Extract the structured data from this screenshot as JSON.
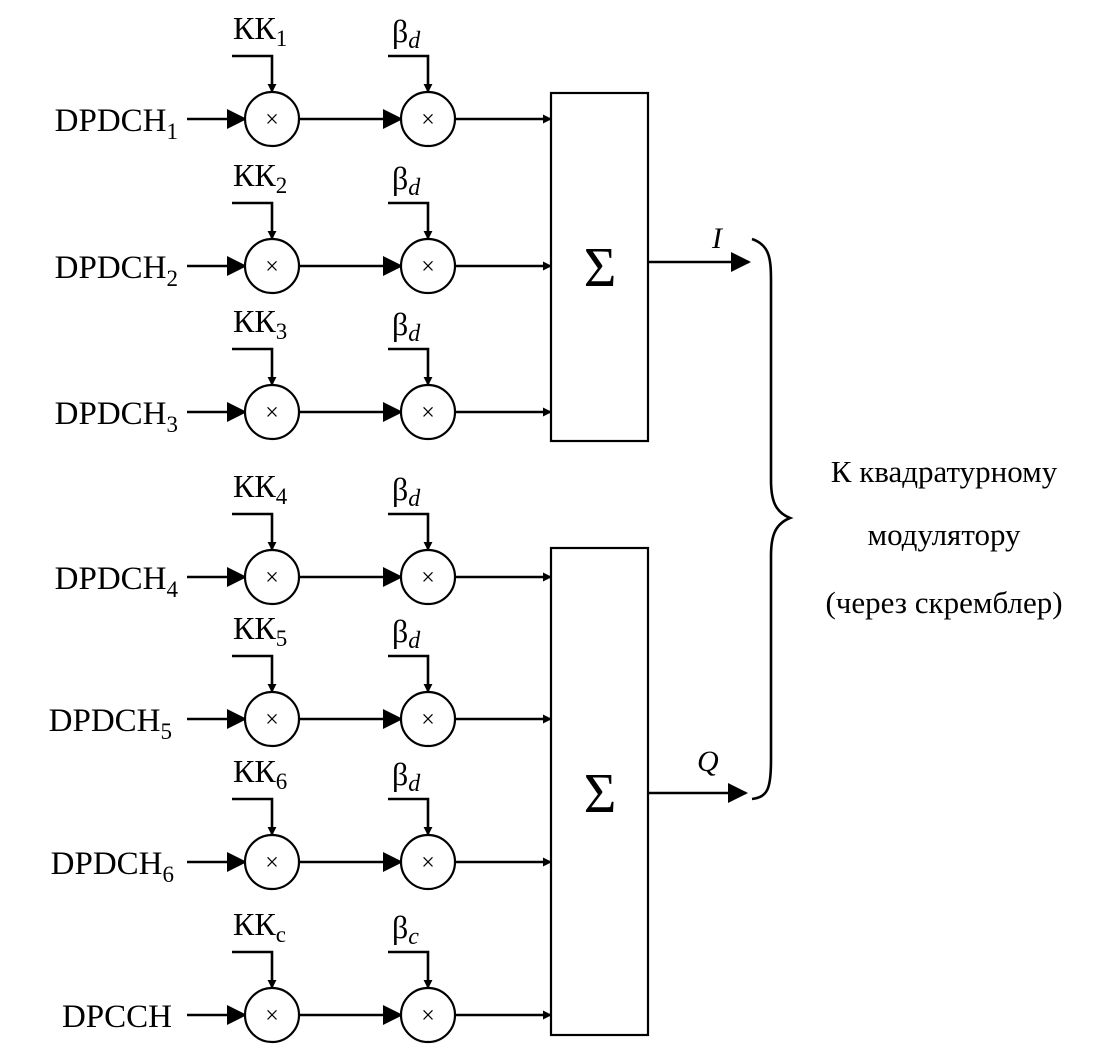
{
  "channels": [
    {
      "name": "DPDCH",
      "sub": "1",
      "code": "КК",
      "code_sub": "1",
      "gain": "β",
      "gain_sub": "d"
    },
    {
      "name": "DPDCH",
      "sub": "2",
      "code": "КК",
      "code_sub": "2",
      "gain": "β",
      "gain_sub": "d"
    },
    {
      "name": "DPDCH",
      "sub": "3",
      "code": "КК",
      "code_sub": "3",
      "gain": "β",
      "gain_sub": "d"
    },
    {
      "name": "DPDCH",
      "sub": "4",
      "code": "КК",
      "code_sub": "4",
      "gain": "β",
      "gain_sub": "d"
    },
    {
      "name": "DPDCH",
      "sub": "5",
      "code": "КК",
      "code_sub": "5",
      "gain": "β",
      "gain_sub": "d"
    },
    {
      "name": "DPDCH",
      "sub": "6",
      "code": "КК",
      "code_sub": "6",
      "gain": "β",
      "gain_sub": "d"
    },
    {
      "name": "DPCCH",
      "sub": "",
      "code": "КК",
      "code_sub": "c",
      "gain": "β",
      "gain_sub": "c"
    }
  ],
  "multiplier_symbol": "×",
  "summer_symbol": "Σ",
  "outputs": {
    "i_label": "I",
    "q_label": "Q"
  },
  "destination": {
    "line1": "К квадратурному",
    "line2": "модулятору",
    "line3": "(через скремблер)"
  }
}
